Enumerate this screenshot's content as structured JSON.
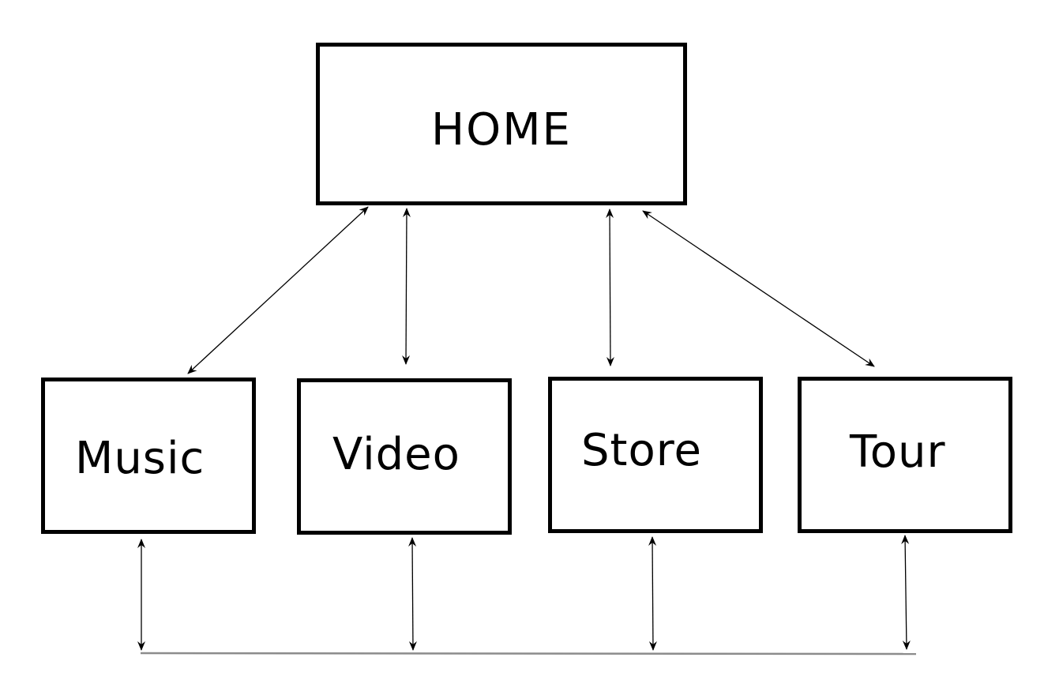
{
  "nodes": {
    "home": "HOME",
    "music": "Music",
    "video": "Video",
    "store": "Store",
    "tour": "Tour"
  },
  "edges": [
    {
      "from": "home",
      "to": "music",
      "arrows": "both"
    },
    {
      "from": "home",
      "to": "video",
      "arrows": "both"
    },
    {
      "from": "home",
      "to": "store",
      "arrows": "both"
    },
    {
      "from": "home",
      "to": "tour",
      "arrows": "both"
    },
    {
      "from": "music",
      "to": "bottom-bus",
      "arrows": "both"
    },
    {
      "from": "video",
      "to": "bottom-bus",
      "arrows": "both"
    },
    {
      "from": "store",
      "to": "bottom-bus",
      "arrows": "both"
    },
    {
      "from": "tour",
      "to": "bottom-bus",
      "arrows": "both"
    }
  ],
  "colors": {
    "stroke": "#000000",
    "bus": "#8c8c8c",
    "background": "#ffffff"
  }
}
